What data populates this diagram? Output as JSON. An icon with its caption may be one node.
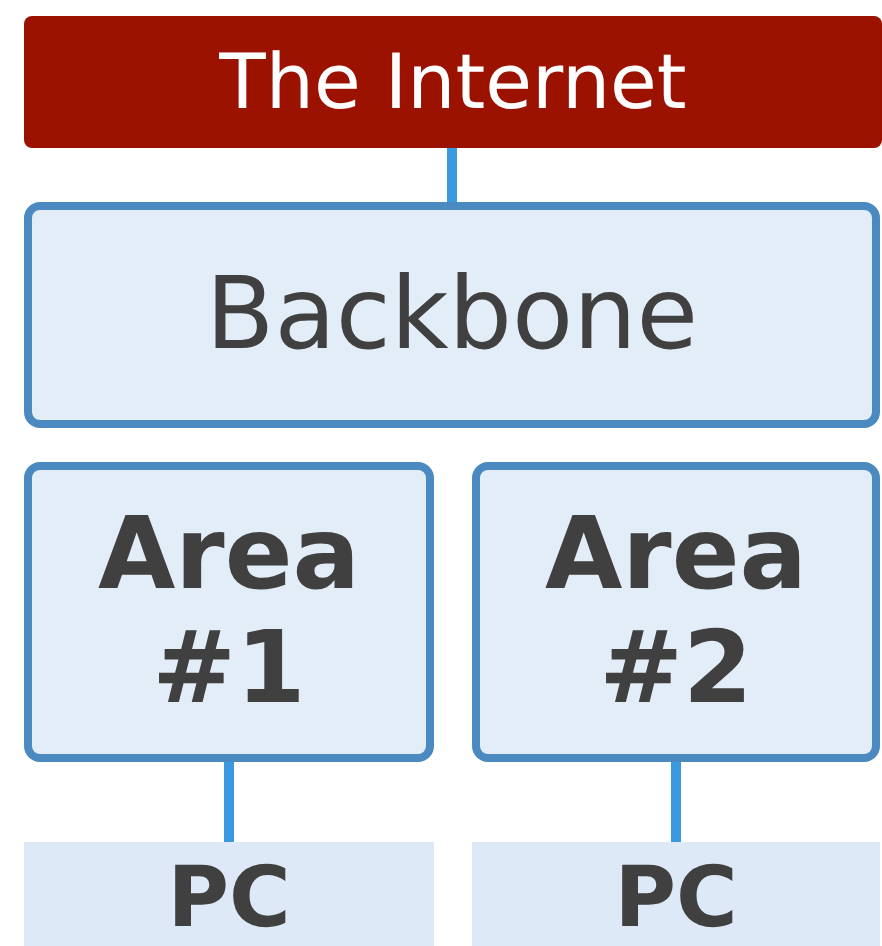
{
  "diagram": {
    "nodes": [
      {
        "text": [
          "The Internet"
        ]
      },
      {
        "text": [
          "Backbone"
        ]
      },
      {
        "text": [
          "Area #1"
        ]
      },
      {
        "text": [
          "Area #2"
        ]
      },
      {
        "text": [
          "PC"
        ]
      },
      {
        "text": [
          "PC"
        ]
      }
    ],
    "edges": [
      {
        "from": 0,
        "to": 1,
        "arrow": "none"
      },
      {
        "from": 2,
        "to": 4,
        "arrow": "none"
      },
      {
        "from": 3,
        "to": 5,
        "arrow": "none"
      }
    ]
  }
}
